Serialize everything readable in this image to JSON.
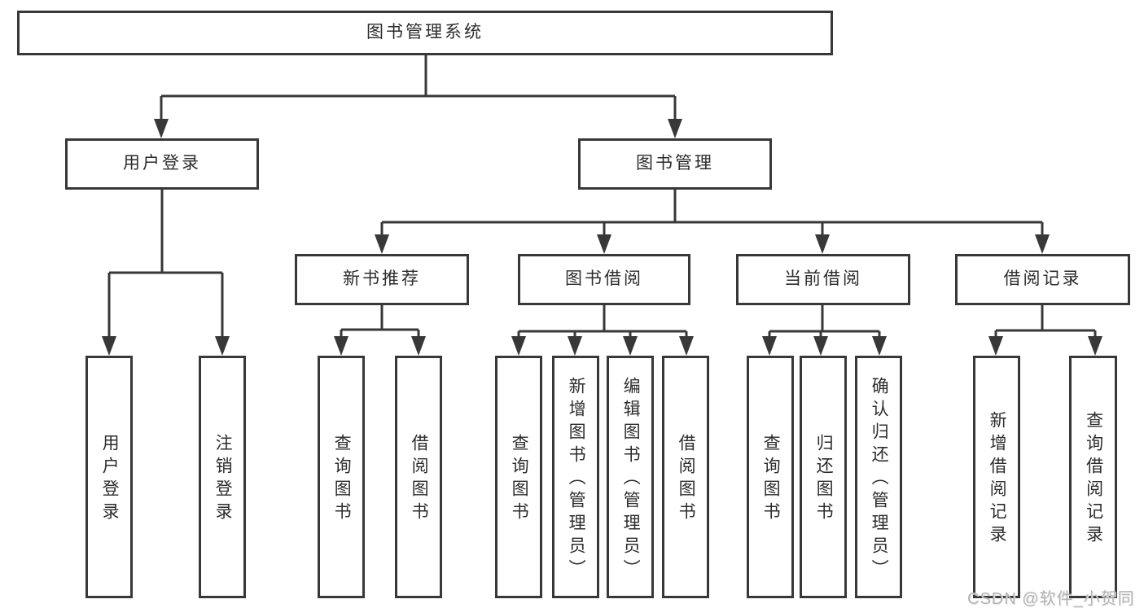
{
  "diagram": {
    "root": {
      "label": "图书管理系统"
    },
    "branches": [
      {
        "label": "用户登录",
        "children": [
          {
            "label": "用户登录"
          },
          {
            "label": "注销登录"
          }
        ]
      },
      {
        "label": "图书管理",
        "children": [
          {
            "label": "新书推荐",
            "children": [
              {
                "label": "查询图书"
              },
              {
                "label": "借阅图书"
              }
            ]
          },
          {
            "label": "图书借阅",
            "children": [
              {
                "label": "查询图书"
              },
              {
                "label": "新增图书（管理员）"
              },
              {
                "label": "编辑图书（管理员）"
              },
              {
                "label": "借阅图书"
              }
            ]
          },
          {
            "label": "当前借阅",
            "children": [
              {
                "label": "查询图书"
              },
              {
                "label": "归还图书"
              },
              {
                "label": "确认归还（管理员）"
              }
            ]
          },
          {
            "label": "借阅记录",
            "children": [
              {
                "label": "新增借阅记录"
              },
              {
                "label": "查询借阅记录"
              }
            ]
          }
        ]
      }
    ]
  },
  "watermark": {
    "text": "CSDN @软件_小贺同学"
  },
  "colors": {
    "line": "#383838",
    "box_border": "#383838",
    "box_fill": "#ffffff",
    "text": "#2c2c2c",
    "watermark": "#b5b5b5",
    "background": "#ffffff"
  }
}
